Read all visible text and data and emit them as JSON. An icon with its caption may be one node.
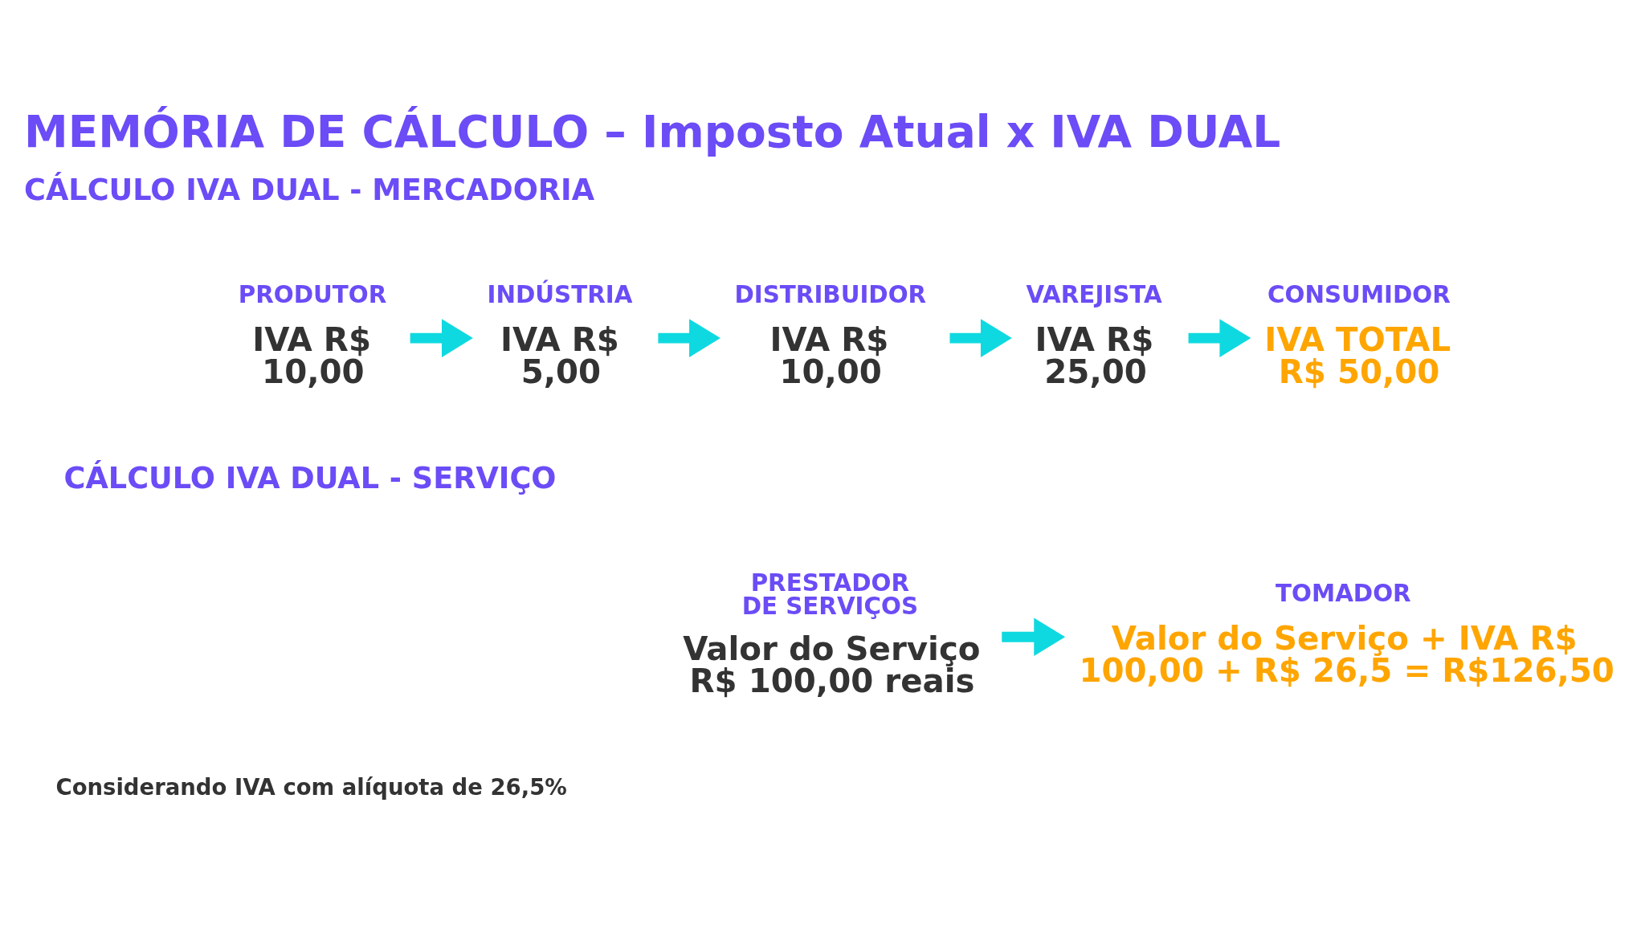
{
  "diagram": {
    "title": "MEMÓRIA DE CÁLCULO – Imposto Atual x IVA DUAL",
    "nodes": [
      {
        "text": [
          "PRODUTOR"
        ],
        "beside": [
          "IVA R$ 10,00"
        ]
      },
      {
        "text": [
          "INDÚSTRIA"
        ],
        "beside": [
          "IVA R$ 5,00"
        ]
      },
      {
        "text": [
          "DISTRIBUIDOR"
        ],
        "beside": [
          "IVA R$ 10,00"
        ]
      },
      {
        "text": [
          "VAREJISTA"
        ],
        "beside": [
          "IVA R$ 25,00"
        ]
      },
      {
        "text": [
          "CONSUMIDOR"
        ],
        "beside": [
          "IVA TOTAL R$ 50,00"
        ]
      },
      {
        "text": [
          "PRESTADOR DE SERVIÇOS"
        ],
        "beside": [
          "Valor do Serviço R$ 100,00 reais"
        ]
      },
      {
        "text": [
          "TOMADOR"
        ],
        "beside": [
          "Valor do Serviço + IVA R$ 100,00 + R$ 26,5 = R$126,50"
        ]
      }
    ],
    "edges": [
      {
        "from": 0,
        "to": 1,
        "arrow": "to"
      },
      {
        "from": 1,
        "to": 2,
        "arrow": "to"
      },
      {
        "from": 2,
        "to": 3,
        "arrow": "to"
      },
      {
        "from": 3,
        "to": 4,
        "arrow": "to"
      },
      {
        "from": 5,
        "to": 6,
        "arrow": "to"
      }
    ],
    "labels": [
      "CÁLCULO IVA DUAL - MERCADORIA",
      "CÁLCULO IVA DUAL - SERVIÇO",
      "Considerando IVA com alíquota de 26,5%"
    ]
  }
}
